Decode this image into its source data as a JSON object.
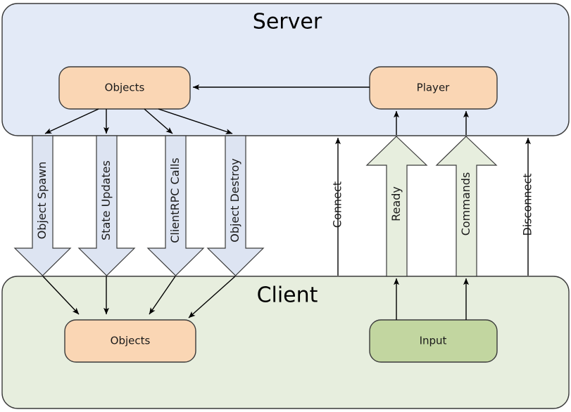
{
  "diagram": {
    "title_server": "Server",
    "title_client": "Client",
    "zones": [
      {
        "name": "server",
        "label": "Server",
        "fill": "#e3eaf7",
        "stroke": "#3a3a3a"
      },
      {
        "name": "client",
        "label": "Client",
        "fill": "#e7eede",
        "stroke": "#3a3a3a"
      }
    ],
    "nodes": [
      {
        "name": "server-objects",
        "label": "Objects",
        "fill": "#fad6b4",
        "stroke": "#3a3a3a"
      },
      {
        "name": "server-player",
        "label": "Player",
        "fill": "#fad6b4",
        "stroke": "#3a3a3a"
      },
      {
        "name": "client-objects",
        "label": "Objects",
        "fill": "#fad6b4",
        "stroke": "#3a3a3a"
      },
      {
        "name": "client-input",
        "label": "Input",
        "fill": "#c2d6a0",
        "stroke": "#3a3a3a"
      }
    ],
    "downstream_flows": [
      {
        "name": "object-spawn",
        "label": "Object Spawn",
        "fill": "#dde4f2",
        "stroke": "#3a3a3a",
        "direction": "server-to-client"
      },
      {
        "name": "state-updates",
        "label": "State Updates",
        "fill": "#dde4f2",
        "stroke": "#3a3a3a",
        "direction": "server-to-client"
      },
      {
        "name": "clientrpc-calls",
        "label": "ClientRPC Calls",
        "fill": "#dde4f2",
        "stroke": "#3a3a3a",
        "direction": "server-to-client"
      },
      {
        "name": "object-destroy",
        "label": "Object Destroy",
        "fill": "#dde4f2",
        "stroke": "#3a3a3a",
        "direction": "server-to-client"
      }
    ],
    "upstream_flows": [
      {
        "name": "connect",
        "label": "Connect",
        "style": "thin-arrow",
        "direction": "client-to-server"
      },
      {
        "name": "ready",
        "label": "Ready",
        "style": "block-arrow",
        "fill": "#e7eede",
        "stroke": "#3a3a3a",
        "direction": "client-to-server"
      },
      {
        "name": "commands",
        "label": "Commands",
        "style": "block-arrow",
        "fill": "#e7eede",
        "stroke": "#3a3a3a",
        "direction": "client-to-server"
      },
      {
        "name": "disconnect",
        "label": "Disconnect",
        "style": "thin-arrow",
        "direction": "client-to-server"
      }
    ],
    "connections": [
      {
        "name": "player-to-objects",
        "from": "server-player",
        "to": "server-objects"
      }
    ]
  }
}
